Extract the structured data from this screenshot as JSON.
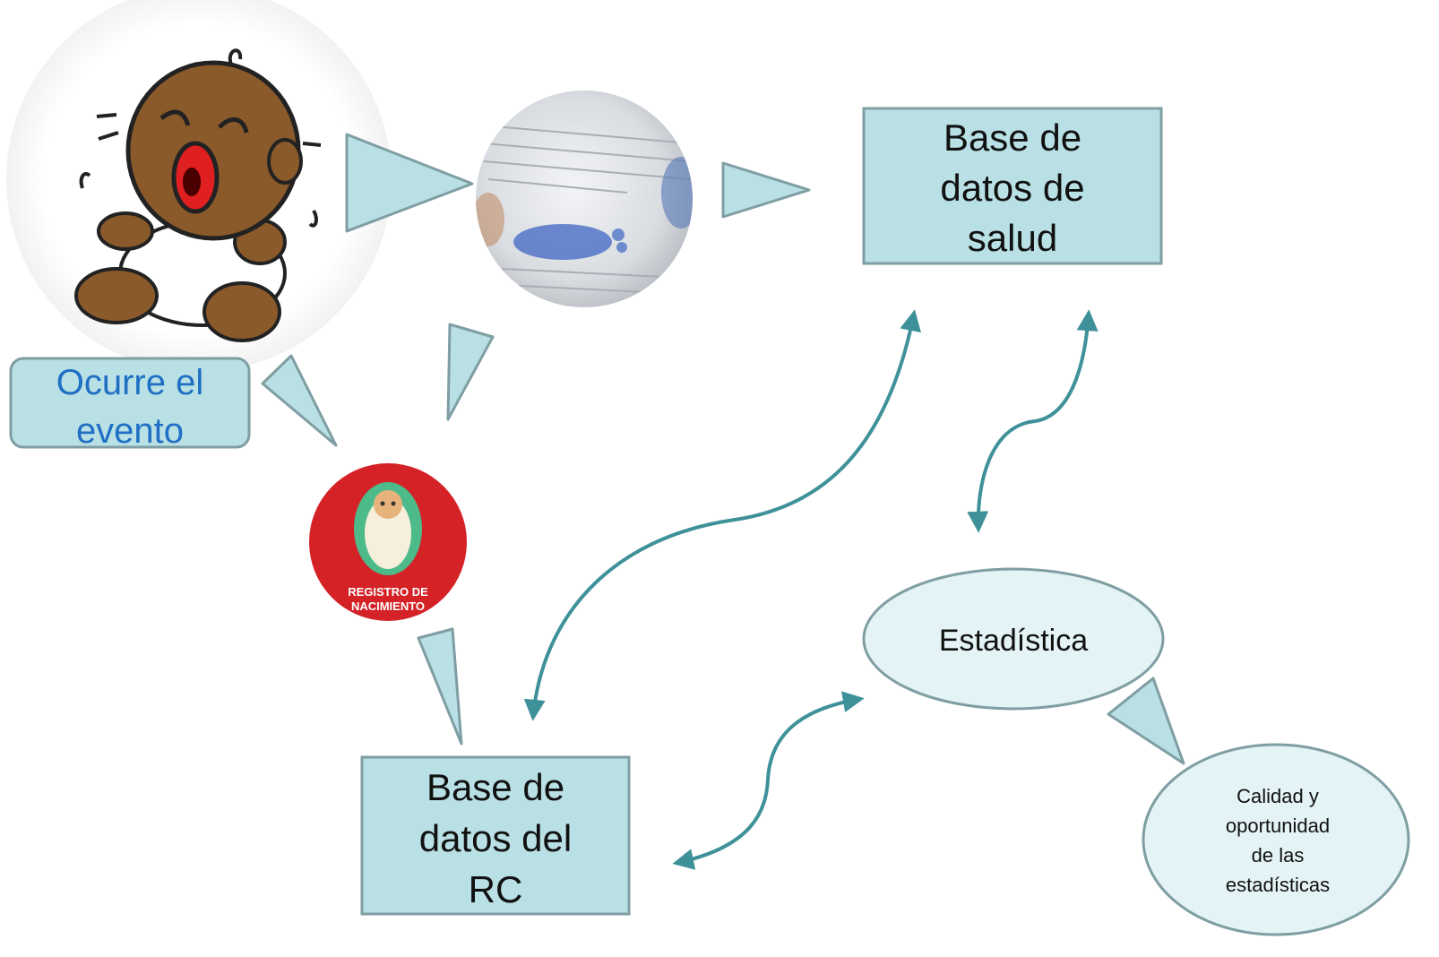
{
  "diagram": {
    "event_label": [
      "Ocurre el",
      "evento"
    ],
    "health_db_label": [
      "Base de",
      "datos de",
      "salud"
    ],
    "rc_db_label": [
      "Base de",
      "datos del",
      "RC"
    ],
    "registry_badge": [
      "REGISTRO DE",
      "NACIMIENTO"
    ],
    "statistics_label": "Estadística",
    "quality_label": [
      "Calidad y",
      "oportunidad",
      "de las",
      "estadísticas"
    ]
  },
  "colors": {
    "box_fill": "#b9e0e5",
    "box_stroke": "#7f9ea3",
    "ellipse_fill": "#e4f3f5",
    "connector": "#3f9199",
    "event_text": "#1f6fc4",
    "badge_red": "#d42227"
  }
}
